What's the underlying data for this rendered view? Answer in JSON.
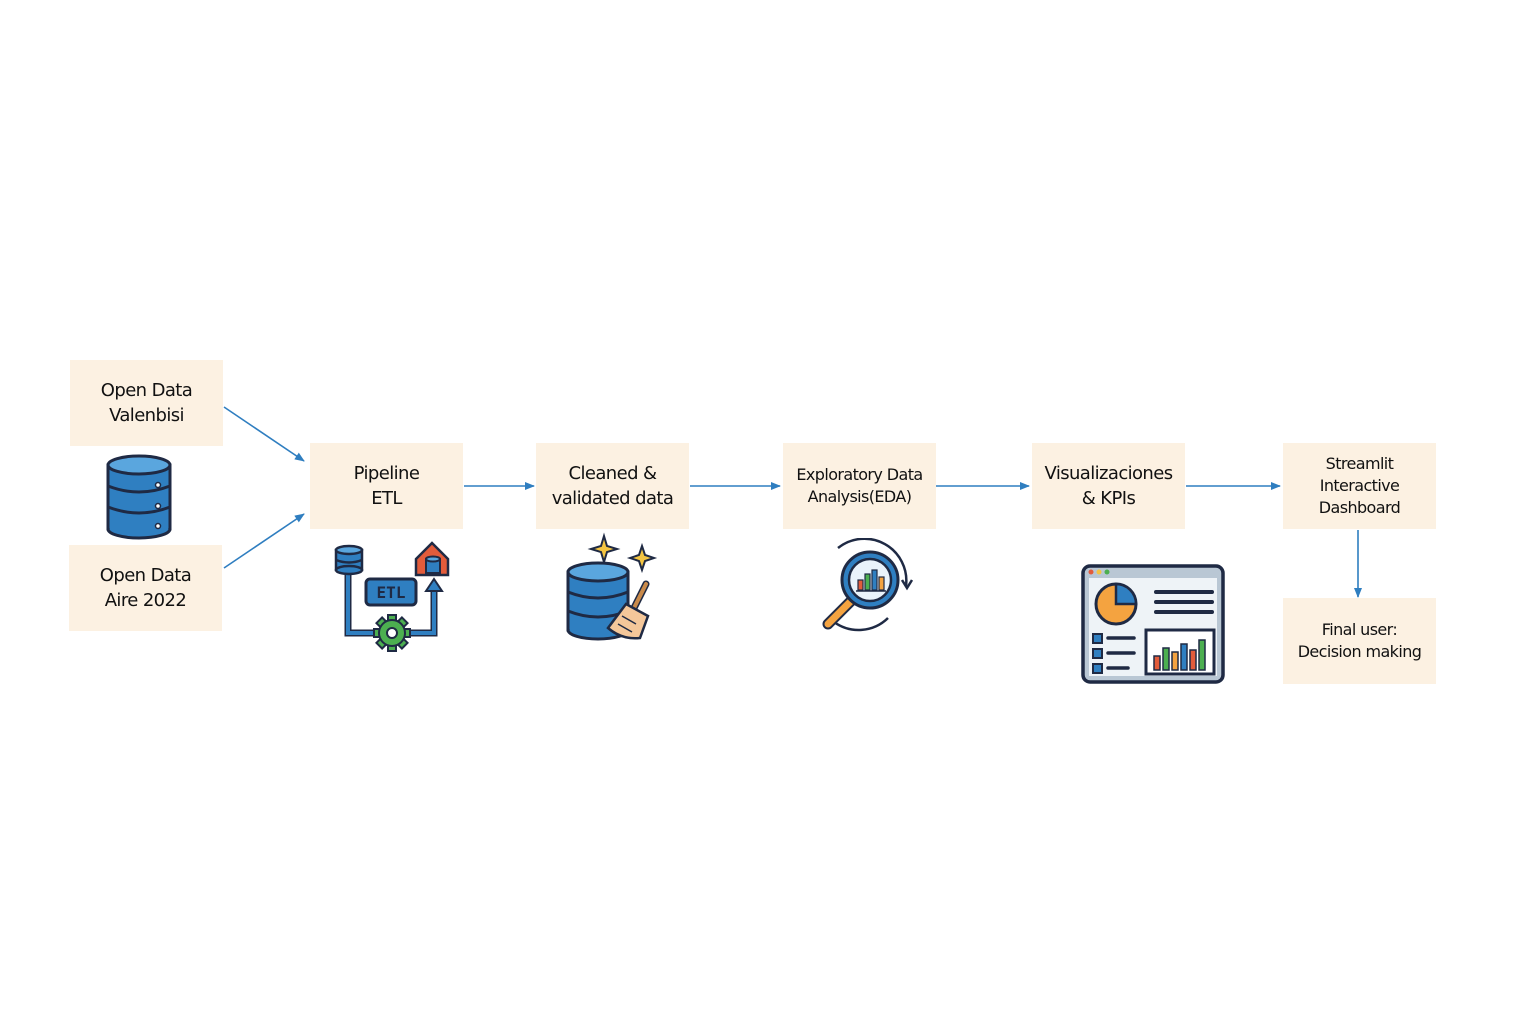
{
  "nodes": {
    "valenbisi": {
      "line1": "Open Data",
      "line2": "Valenbisi"
    },
    "aire": {
      "line1": "Open Data",
      "line2": "Aire 2022"
    },
    "etl": {
      "line1": "Pipeline",
      "line2": "ETL"
    },
    "cleaned": {
      "line1": "Cleaned &",
      "line2": "validated data"
    },
    "eda": {
      "line1": "Exploratory Data",
      "line2": "Analysis(EDA)"
    },
    "viz": {
      "line1": "Visualizaciones",
      "line2": "& KPIs"
    },
    "streamlit": {
      "line1": "Streamlit",
      "line2": "Interactive",
      "line3": "Dashboard"
    },
    "final": {
      "line1": "Final user:",
      "line2": "Decision making"
    }
  },
  "icons": {
    "database": "database-icon",
    "etl": "etl-pipeline-icon",
    "etl_label": "ETL",
    "cleaned": "clean-database-icon",
    "eda": "magnifier-chart-icon",
    "viz": "dashboard-screen-icon"
  },
  "colors": {
    "box_fill": "#fcf1e2",
    "arrow": "#2f7ec0",
    "db_blue": "#2f7fc1",
    "db_dark": "#1f2a44",
    "gear_green": "#4caf50",
    "accent_orange": "#f4a340",
    "accent_red": "#e25c3b"
  }
}
